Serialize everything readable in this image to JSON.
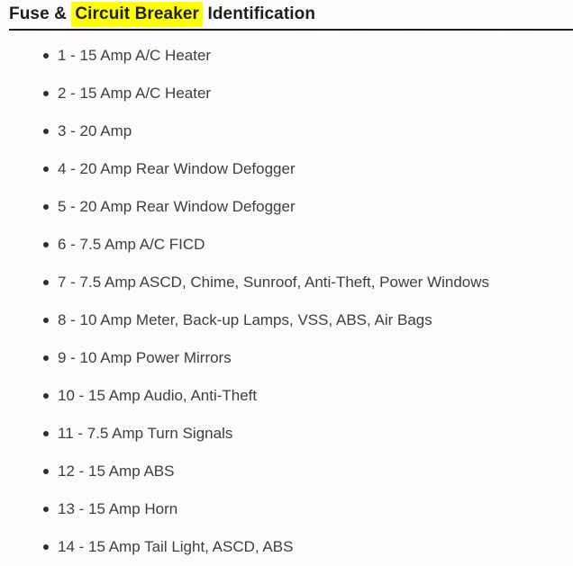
{
  "title": {
    "prefix": "Fuse & ",
    "highlighted": "Circuit Breaker",
    "suffix": " Identification"
  },
  "colors": {
    "highlight": "#ffff00",
    "heading_text": "#1e1e1e",
    "body_text": "#3e3e3e",
    "rule": "#1e1e1e",
    "background": "#fdfdfd"
  },
  "list": {
    "items": [
      "1 - 15 Amp A/C Heater",
      "2 - 15 Amp A/C Heater",
      "3 - 20 Amp",
      "4 - 20 Amp Rear Window Defogger",
      "5 - 20 Amp Rear Window Defogger",
      "6 - 7.5 Amp A/C FICD",
      "7 - 7.5 Amp ASCD, Chime, Sunroof, Anti-Theft, Power Windows",
      "8 - 10 Amp Meter, Back-up Lamps, VSS, ABS, Air Bags",
      "9 - 10 Amp Power Mirrors",
      "10 - 15 Amp Audio, Anti-Theft",
      "11 - 7.5 Amp Turn Signals",
      "12 - 15 Amp ABS",
      "13 - 15 Amp Horn",
      "14 - 15 Amp Tail Light, ASCD, ABS"
    ]
  }
}
